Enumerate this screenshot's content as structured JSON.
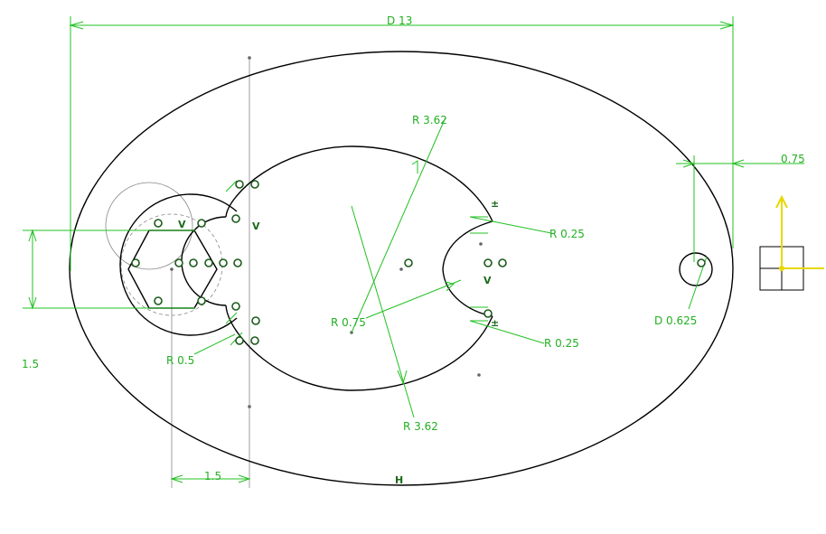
{
  "dimensions": {
    "overall_width": "D 13",
    "right_offset": "0.75",
    "hole_diameter": "D 0.625",
    "big_radius_top": "R 3.62",
    "big_radius_bottom": "R 3.62",
    "notch_radius_top": "R 0.25",
    "notch_radius_bottom": "R 0.25",
    "inner_arc_radius": "R 0.75",
    "small_radius": "R 0.5",
    "left_height": "1.5",
    "bottom_offset": "1.5"
  },
  "constraints": {
    "horizontal": "H",
    "vertical_1": "V",
    "vertical_2": "V",
    "vertical_3": "V",
    "fix_1": "±",
    "fix_2": "±",
    "perp": "⊥"
  },
  "colors": {
    "geometry": "#000000",
    "dimension": "#22c022",
    "constraint_point": "#1a5a1a",
    "axis_y": "#e8d800",
    "axis_x": "#e8d800"
  },
  "icons": [
    "compass-axis-icon"
  ]
}
